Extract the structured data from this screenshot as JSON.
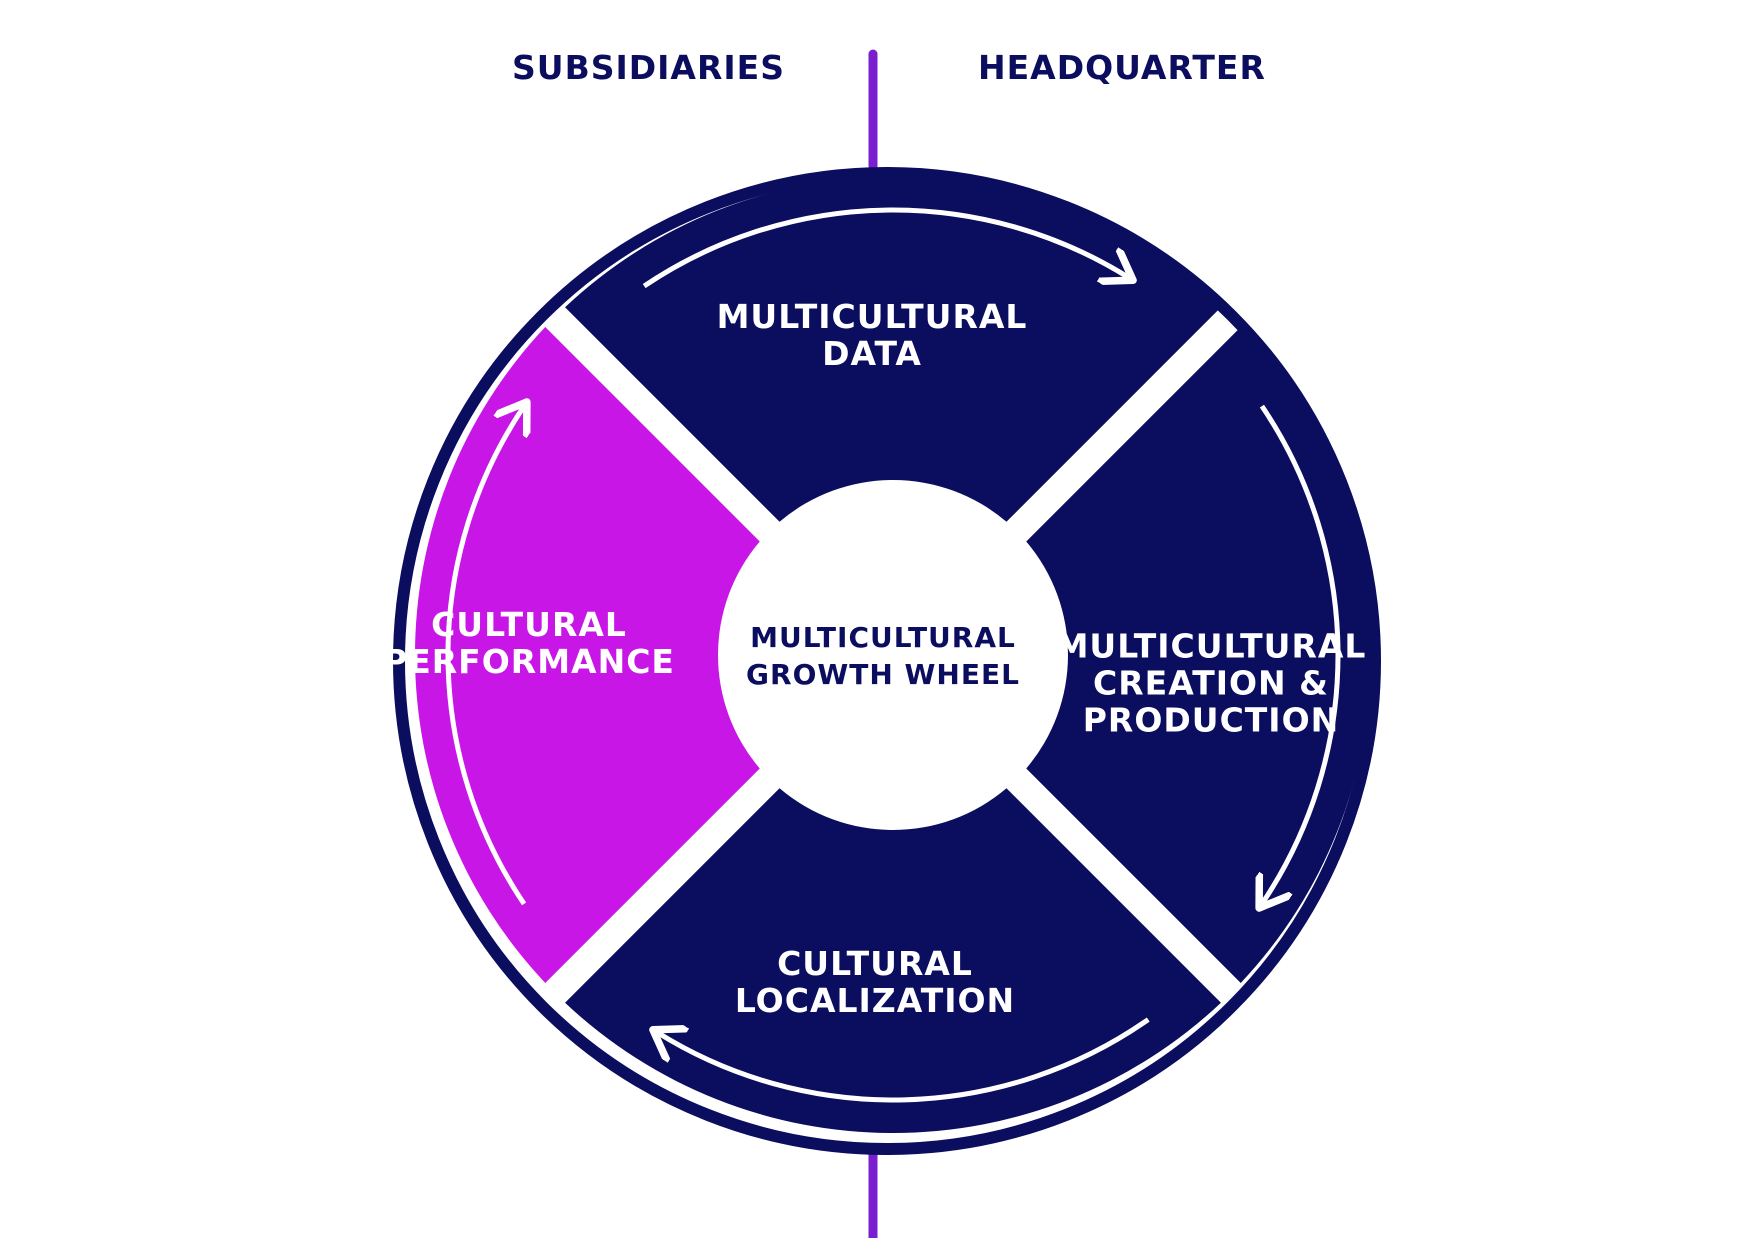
{
  "colors": {
    "navy": "#0b0d5e",
    "magenta": "#c816e6",
    "divider": "#7a1fd0",
    "white": "#ffffff"
  },
  "header": {
    "left_label": "SUBSIDIARIES",
    "right_label": "HEADQUARTER"
  },
  "wheel": {
    "center": {
      "line1": "MULTICULTURAL",
      "line2": "GROWTH WHEEL"
    },
    "segments": {
      "top": {
        "line1": "MULTICULTURAL",
        "line2": "DATA",
        "color": "navy"
      },
      "right": {
        "line1": "MULTICULTURAL",
        "line2": "CREATION &",
        "line3": "PRODUCTION",
        "color": "navy"
      },
      "bottom": {
        "line1": "CULTURAL",
        "line2": "LOCALIZATION",
        "color": "navy"
      },
      "left": {
        "line1": "CULTURAL",
        "line2": "PERFORMANCE",
        "color": "magenta"
      }
    },
    "flow_direction": "clockwise"
  }
}
